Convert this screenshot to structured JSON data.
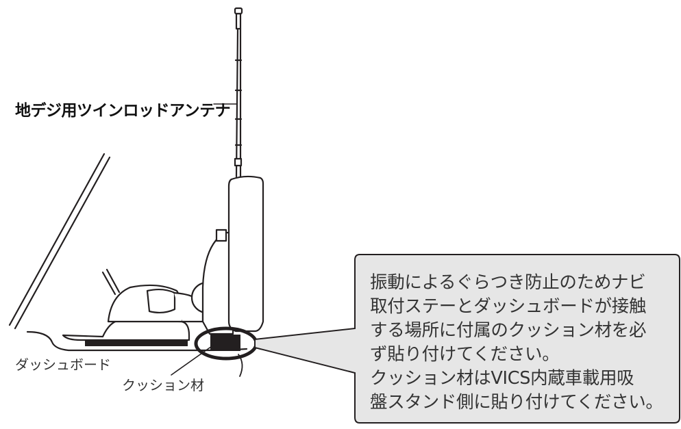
{
  "labels": {
    "antenna": "地デジ用ツインロッドアンテナ",
    "dashboard": "ダッシュボード",
    "cushion": "クッション材"
  },
  "callout": {
    "lines": [
      "振動によるぐらつき防止のためナビ",
      "取付ステーとダッシュボードが接触",
      "する場所に付属のクッション材を必",
      "ず貼り付けてください。",
      "クッション材はVICS内蔵車載用吸",
      "盤スタンド側に貼り付けてください。"
    ]
  },
  "colors": {
    "callout_fill": "#e6e6e6",
    "line": "#231f20",
    "cushion": "#231f20"
  }
}
